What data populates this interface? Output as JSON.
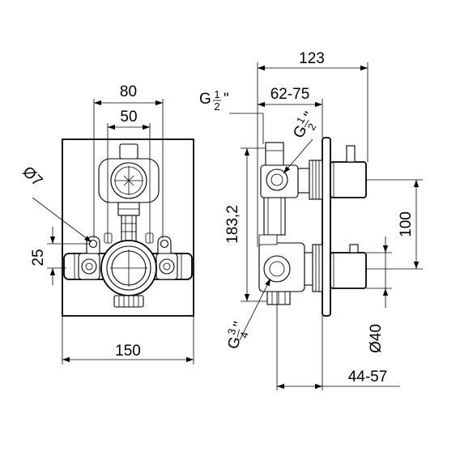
{
  "dimensions": {
    "width_80": "80",
    "width_50": "50",
    "width_150": "150",
    "hole_d7": "Ø7",
    "offset_25": "25",
    "depth_123": "123",
    "depth_62_75": "62-75",
    "height_183_2": "183,2",
    "spacing_100": "100",
    "knob_d40": "Ø40",
    "protrusion_44_57": "44-57"
  },
  "threads": {
    "g_half_prefix": "G",
    "g_half_num": "1",
    "g_half_den": "2",
    "g_half_mark": "\"",
    "g_half_rotated_prefix": "G",
    "g_half_rotated_num": "1",
    "g_half_rotated_den": "2",
    "g_three_quarter_prefix": "G",
    "g_three_quarter_num": "3",
    "g_three_quarter_den": "4",
    "inch_mark": "\""
  }
}
